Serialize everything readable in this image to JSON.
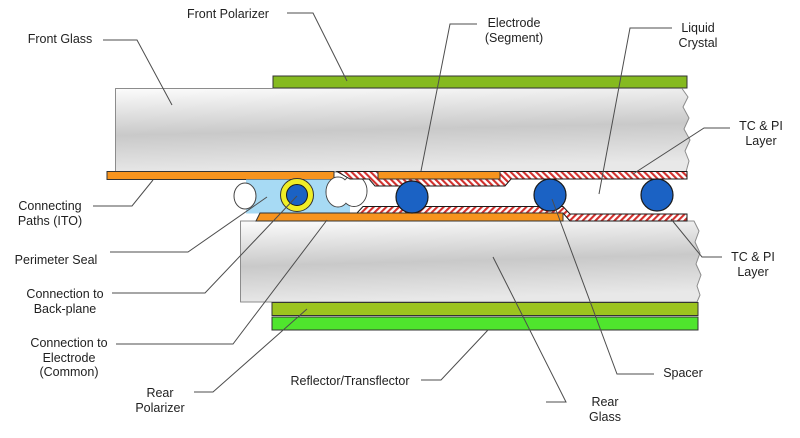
{
  "labels": {
    "front_glass": "Front Glass",
    "front_polarizer": "Front Polarizer",
    "electrode_segment": "Electrode\n(Segment)",
    "liquid_crystal": "Liquid\nCrystal",
    "tc_pi_layer_top": "TC & PI\nLayer",
    "tc_pi_layer_bottom": "TC & PI\nLayer",
    "connecting_paths": "Connecting\nPaths (ITO)",
    "perimeter_seal": "Perimeter Seal",
    "connection_backplane": "Connection to\nBack-plane",
    "connection_electrode_common": "Connection to\nElectrode\n(Common)",
    "rear_polarizer": "Rear\nPolarizer",
    "reflector": "Reflector/Transflector",
    "rear_glass": "Rear\nGlass",
    "spacer": "Spacer"
  },
  "colors": {
    "front_polarizer_green": "#85ba1f",
    "rear_polarizer_green": "#9cc41f",
    "reflector_green": "#4fe52d",
    "electrode_orange": "#f7941e",
    "spacer_blue": "#1b62c4",
    "seal_light_blue": "#a7daf4",
    "ring_yellow": "#f0ee26",
    "hatch_red": "#d2312e",
    "hatch_white": "#ffffff",
    "blob_white": "#ffffff",
    "glass_top": "#fcfcfc",
    "glass_mid": "#c9c9c9",
    "glass_bottom": "#e8e8e8",
    "outline_dark": "#1a1a1a",
    "outline_strip": "#333333",
    "glass_stroke": "#8c8c8c",
    "leader_line": "#4d4d4d",
    "background": "#ffffff"
  }
}
